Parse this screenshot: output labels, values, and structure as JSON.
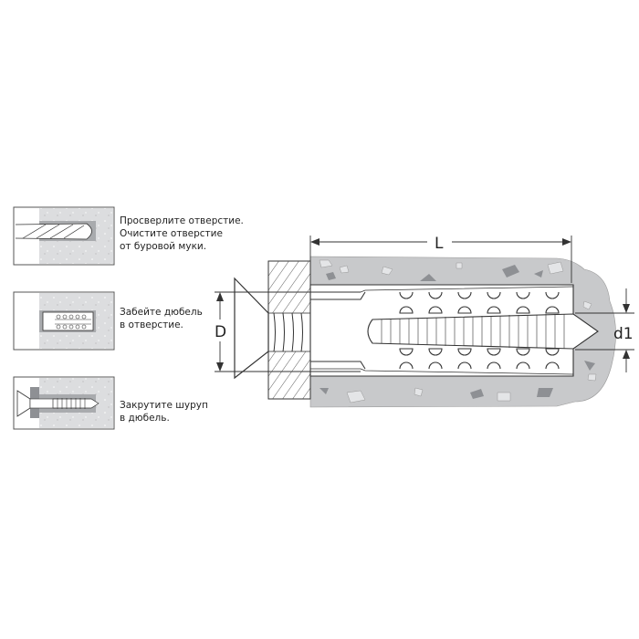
{
  "steps": [
    {
      "lines": [
        "Просверлите отверстие.",
        "Очистите отверстие",
        "от буровой муки."
      ]
    },
    {
      "lines": [
        "Забейте дюбель",
        "в отверстие."
      ]
    },
    {
      "lines": [
        "Закрутите шуруп",
        "в дюбель."
      ]
    }
  ],
  "dimensions": {
    "length": "L",
    "head_diameter": "D",
    "screw_diameter": "d1"
  },
  "colors": {
    "concrete": "#c8c9cb",
    "concrete_dark": "#8e9094",
    "chip_light": "#e4e5e7",
    "line": "#2a2a2a",
    "hole": "#a9abae"
  }
}
